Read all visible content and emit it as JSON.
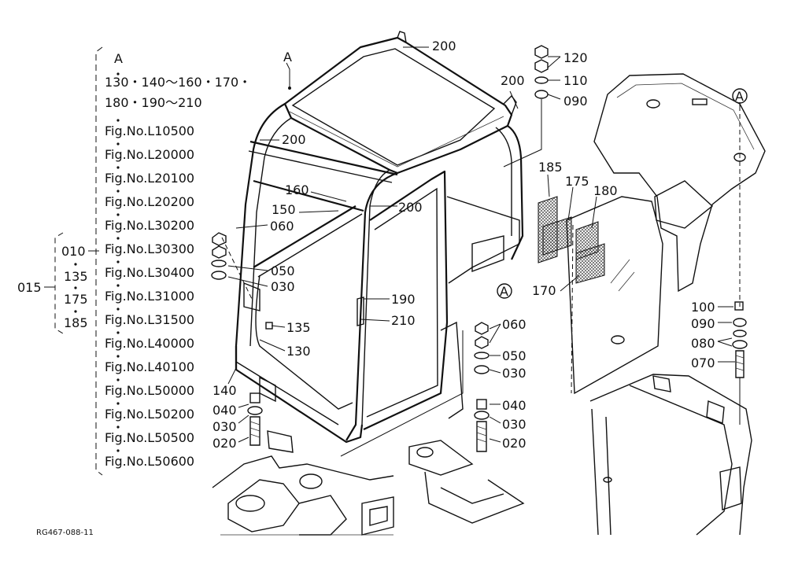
{
  "fig_list": {
    "header": "A",
    "parts_line1": "130・140～160・170・",
    "parts_line2": "180・190～210",
    "figs": [
      "Fig.No.L10500",
      "Fig.No.L20000",
      "Fig.No.L20100",
      "Fig.No.L20200",
      "Fig.No.L30200",
      "Fig.No.L30300",
      "Fig.No.L30400",
      "Fig.No.L31000",
      "Fig.No.L31500",
      "Fig.No.L40000",
      "Fig.No.L40100",
      "Fig.No.L50000",
      "Fig.No.L50200",
      "Fig.No.L50500",
      "Fig.No.L50600"
    ]
  },
  "set_group": {
    "group": "015",
    "members": [
      "010",
      "135",
      "175",
      "185"
    ]
  },
  "callouts": {
    "a_top": "A",
    "a_mid": "A",
    "a_right": "A",
    "n200a": "200",
    "n200b": "200",
    "n200c": "200",
    "n200d": "200",
    "n120": "120",
    "n110": "110",
    "n090a": "090",
    "n185": "185",
    "n175": "175",
    "n180": "180",
    "n170": "170",
    "n160": "160",
    "n150": "150",
    "n060a": "060",
    "n050a": "050",
    "n030a": "030",
    "n190": "190",
    "n210": "210",
    "n135": "135",
    "n130": "130",
    "n140": "140",
    "n040a": "040",
    "n030b": "030",
    "n020a": "020",
    "n060b": "060",
    "n050b": "050",
    "n030c": "030",
    "n040b": "040",
    "n030d": "030",
    "n020b": "020",
    "n100": "100",
    "n090b": "090",
    "n080": "080",
    "n070": "070"
  },
  "ref_code": "RG467-088-11"
}
